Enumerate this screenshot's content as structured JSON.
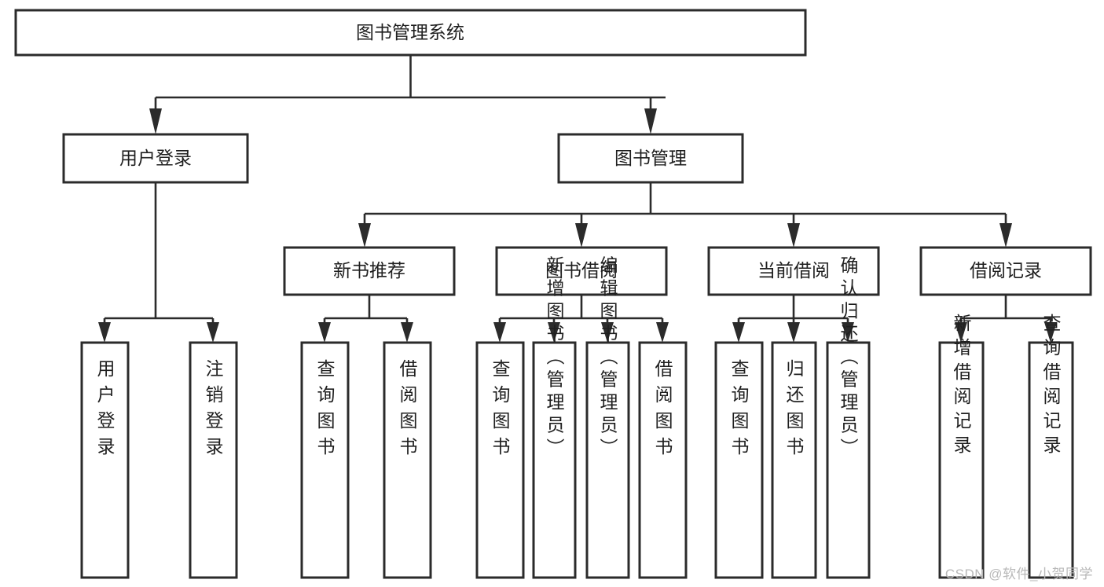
{
  "diagram": {
    "title": "图书管理系统",
    "type": "tree",
    "watermark": "CSDN @软件_小贺同学",
    "colors": {
      "box_stroke": "#2b2b2b",
      "box_fill": "#ffffff",
      "text": "#1f1f1f",
      "connector": "#2b2b2b",
      "watermark": "#b8b8b8",
      "background": "#ffffff"
    },
    "nodes": {
      "root": {
        "label": "图书管理系统"
      },
      "level2": [
        {
          "id": "user-login",
          "label": "用户登录"
        },
        {
          "id": "book-manage",
          "label": "图书管理"
        }
      ],
      "level3": [
        {
          "id": "new-book-recommend",
          "label": "新书推荐"
        },
        {
          "id": "book-borrow",
          "label": "图书借阅"
        },
        {
          "id": "current-borrow",
          "label": "当前借阅"
        },
        {
          "id": "borrow-record",
          "label": "借阅记录"
        }
      ],
      "leaves": [
        {
          "id": "leaf-user-login",
          "label": "用户登录",
          "parent": "user-login"
        },
        {
          "id": "leaf-logout",
          "label": "注销登录",
          "parent": "user-login"
        },
        {
          "id": "leaf-query-book-1",
          "label": "查询图书",
          "parent": "new-book-recommend"
        },
        {
          "id": "leaf-borrow-book-1",
          "label": "借阅图书",
          "parent": "new-book-recommend"
        },
        {
          "id": "leaf-query-book-2",
          "label": "查询图书",
          "parent": "book-borrow"
        },
        {
          "id": "leaf-add-book",
          "label": "新增图书（管理员）",
          "parent": "book-borrow"
        },
        {
          "id": "leaf-edit-book",
          "label": "编辑图书（管理员）",
          "parent": "book-borrow"
        },
        {
          "id": "leaf-borrow-book-2",
          "label": "借阅图书",
          "parent": "book-borrow"
        },
        {
          "id": "leaf-query-book-3",
          "label": "查询图书",
          "parent": "current-borrow"
        },
        {
          "id": "leaf-return-book",
          "label": "归还图书",
          "parent": "current-borrow"
        },
        {
          "id": "leaf-confirm-return",
          "label": "确认归还（管理员）",
          "parent": "current-borrow"
        },
        {
          "id": "leaf-add-record",
          "label": "新增借阅记录",
          "parent": "borrow-record"
        },
        {
          "id": "leaf-query-record",
          "label": "查询借阅记录",
          "parent": "borrow-record"
        }
      ]
    }
  }
}
